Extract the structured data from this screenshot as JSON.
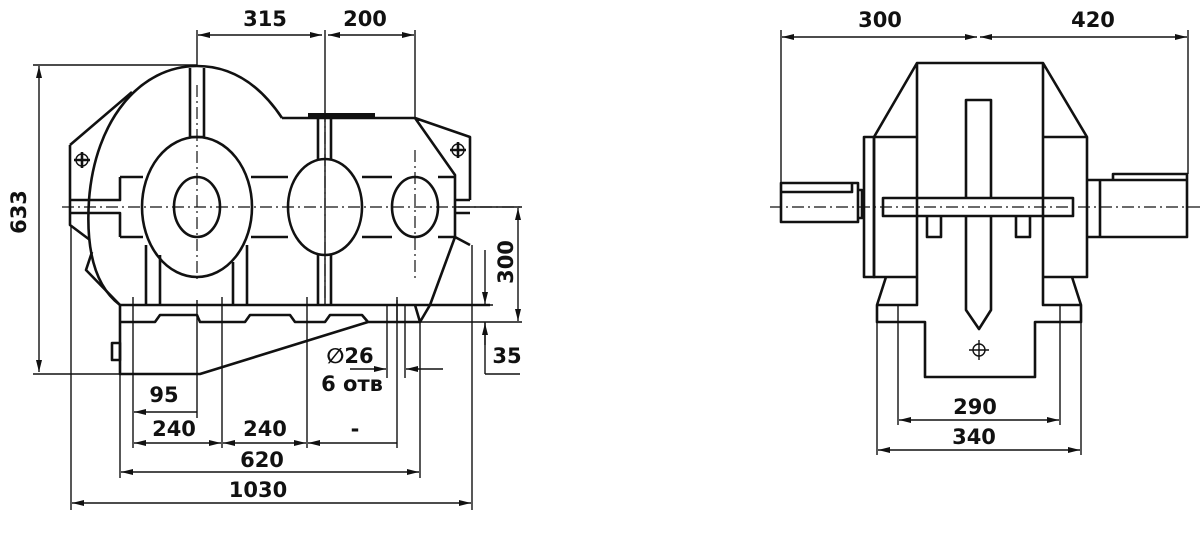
{
  "title": "Gear reducer dimensional drawing",
  "front_view": {
    "dims": {
      "center_distance_1": "315",
      "center_distance_2": "200",
      "overall_height": "633",
      "shaft_height": "300",
      "base_thickness": "35",
      "hole_diameter": "∅26",
      "hole_count": "6 отв",
      "offset_95": "95",
      "pitch_1": "240",
      "pitch_2": "240",
      "pitch_3": "-",
      "base_length": "620",
      "overall_length": "1030"
    }
  },
  "side_view": {
    "dims": {
      "left_shaft": "300",
      "right_shaft": "420",
      "bolt_spacing": "290",
      "base_width": "340"
    }
  }
}
